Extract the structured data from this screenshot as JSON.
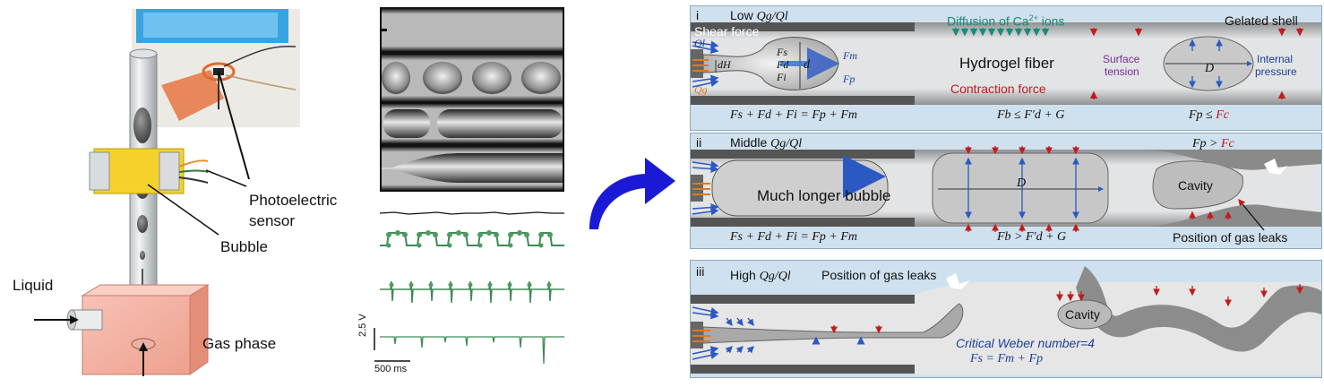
{
  "left": {
    "liquid": "Liquid",
    "gas_phase": "Gas phase",
    "bubble": "Bubble",
    "sensor_line1": "Photoelectric",
    "sensor_line2": "sensor"
  },
  "middle": {
    "scale_v": "2.5 V",
    "scale_t": "500 ms"
  },
  "panel1": {
    "num": "i",
    "regime_prefix": "Low ",
    "regime": "Qg/Ql",
    "shear": "Shear force",
    "diffusion_prefix": "Diffusion of Ca",
    "diffusion_sup": "2+",
    "diffusion_suffix": " ions",
    "gelated": "Gelated shell",
    "hydrogel": "Hydrogel fiber",
    "contraction": "Contraction force",
    "surface_tension_1": "Surface",
    "surface_tension_2": "tension",
    "internal_1": "Internal",
    "internal_2": "pressure",
    "eq1": "Fs + Fd + Fi = Fp + Fm",
    "eq2": "Fb ≤ F′d + G",
    "eq3_left": "Fp ≤ ",
    "eq3_right": "Fc",
    "D": "D",
    "d": "d",
    "dH": "dH",
    "Ql": "Ql",
    "Qg": "Qg",
    "Fs": "Fs",
    "Fd": "Fd",
    "Fi": "Fi",
    "Fm": "Fm",
    "Fp": "Fp"
  },
  "panel2": {
    "num": "ii",
    "regime_prefix": "Middle ",
    "regime": "Qg/Ql",
    "longer": "Much longer bubble",
    "D": "D",
    "cavity": "Cavity",
    "leaks": "Position of gas leaks",
    "eq1": "Fs + Fd + Fi = Fp + Fm",
    "eq2": "Fb > F′d + G",
    "eq3_left": "Fp > ",
    "eq3_right": "Fc"
  },
  "panel3": {
    "num": "iii",
    "regime_prefix": "High ",
    "regime": "Qg/Ql",
    "leaks": "Position of gas leaks",
    "cavity": "Cavity",
    "weber": "Critical Weber number=4",
    "eq": "Fs = Fm + Fp"
  }
}
